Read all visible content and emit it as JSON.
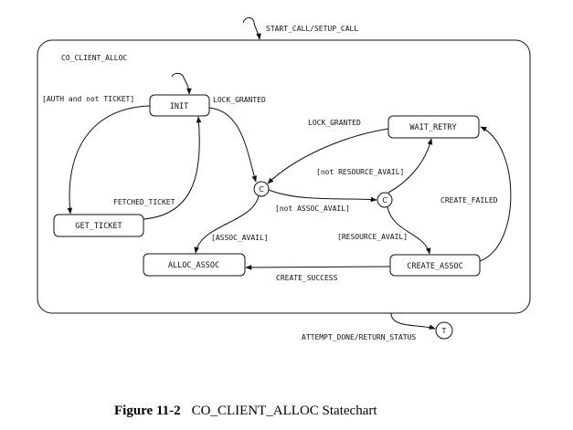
{
  "diagram": {
    "superstate": "CO_CLIENT_ALLOC",
    "states": {
      "init": "INIT",
      "wait_retry": "WAIT_RETRY",
      "get_ticket": "GET_TICKET",
      "alloc_assoc": "ALLOC_ASSOC",
      "create_assoc": "CREATE_ASSOC"
    },
    "choice_label": "C",
    "final_label": "T",
    "transitions": {
      "start": "START_CALL/SETUP_CALL",
      "end": "ATTEMPT_DONE/RETURN_STATUS",
      "auth": "[AUTH and not TICKET]",
      "lock_granted_1": "LOCK_GRANTED",
      "lock_granted_2": "LOCK_GRANTED",
      "fetched_ticket": "FETCHED_TICKET",
      "not_resource": "[not RESOURCE_AVAIL]",
      "not_assoc": "[not ASSOC_AVAIL]",
      "create_failed": "CREATE_FAILED",
      "assoc_avail": "[ASSOC_AVAIL]",
      "resource_avail": "[RESOURCE_AVAIL]",
      "create_success": "CREATE_SUCCESS"
    }
  },
  "caption": {
    "figure": "Figure 11-2",
    "title": "CO_CLIENT_ALLOC Statechart"
  }
}
